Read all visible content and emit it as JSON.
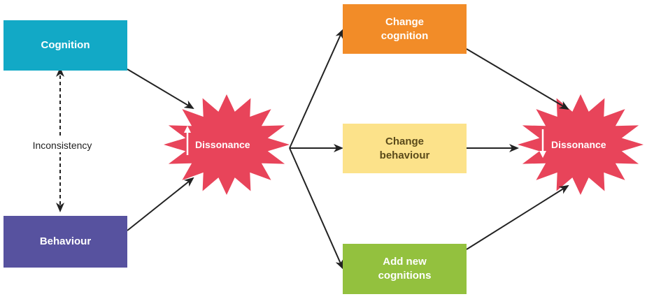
{
  "colors": {
    "cognition": "#12A9C6",
    "behaviour": "#57529F",
    "change_cognition": "#F28C28",
    "change_behaviour": "#FCE28A",
    "add_cognitions": "#93C13E",
    "dissonance": "#E8445A",
    "arrow": "#222222"
  },
  "boxes": {
    "cognition": "Cognition",
    "behaviour": "Behaviour",
    "change_cognition": "Change\ncognition",
    "change_behaviour": "Change\nbehaviour",
    "add_cognitions": "Add new\ncognitions"
  },
  "labels": {
    "inconsistency": "Inconsistency",
    "dissonance_before": "Dissonance",
    "dissonance_after": "Dissonance"
  },
  "indicators": {
    "dissonance_before": "up-arrow-icon",
    "dissonance_after": "down-arrow-icon"
  }
}
